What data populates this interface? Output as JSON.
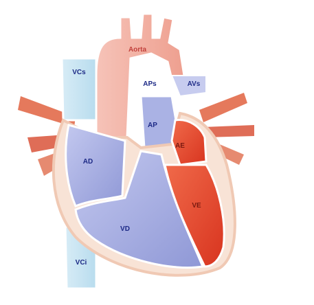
{
  "labels": {
    "aorta": "Aorta",
    "vcs": "VCs",
    "aps": "APs",
    "avs": "AVs",
    "ap": "AP",
    "ad": "AD",
    "vd": "VD",
    "ae": "AE",
    "ve": "VE",
    "vci": "VCi"
  },
  "colors": {
    "oxygenated": "#e8432e",
    "deoxygenated": "#a7aee0",
    "aorta_pink": "#f3b3a7",
    "outline": "#ffffff",
    "background": "#ffffff"
  }
}
